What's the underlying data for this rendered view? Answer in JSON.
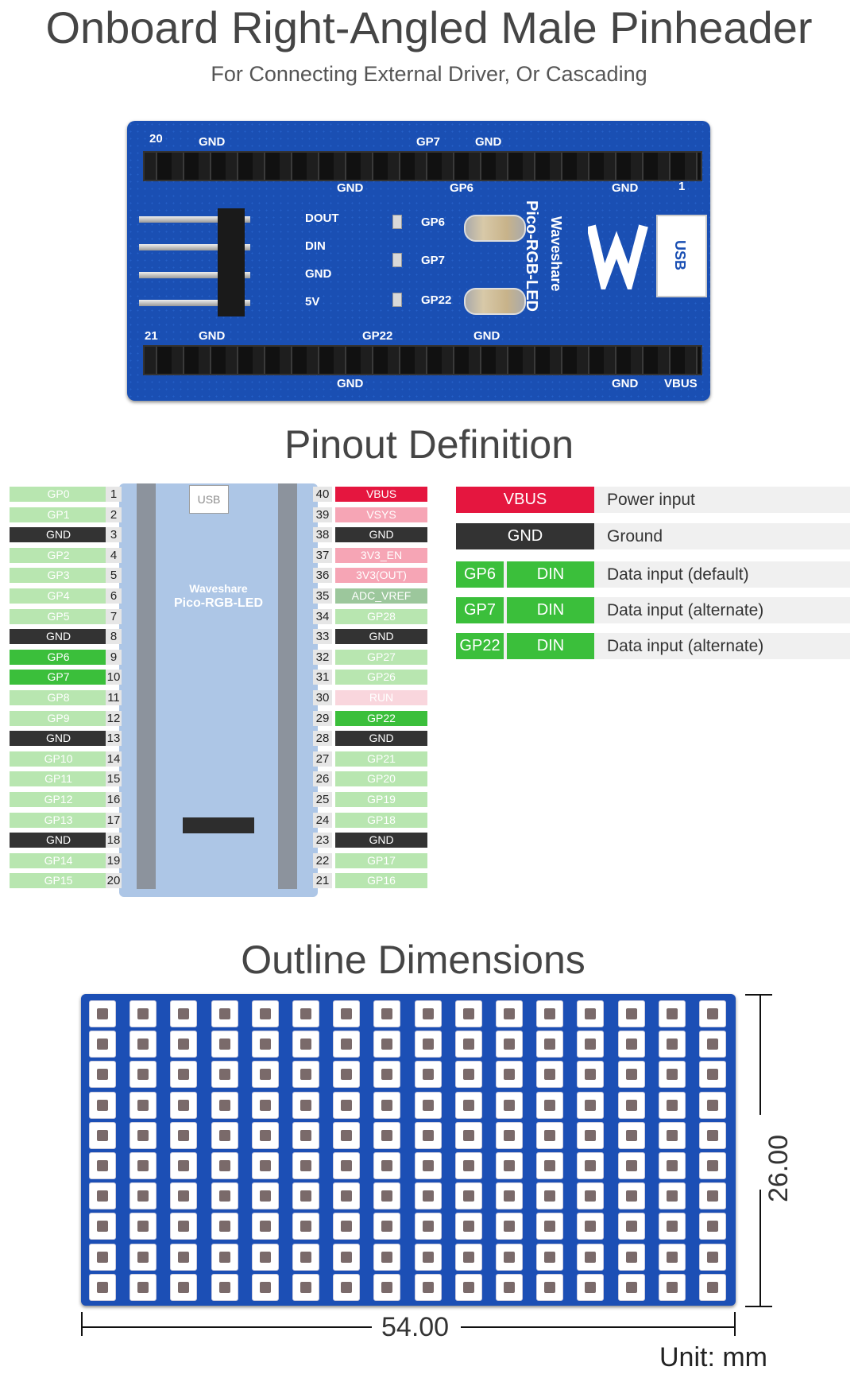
{
  "header": {
    "title": "Onboard Right-Angled Male Pinheader",
    "subtitle": "For Connecting External Driver, Or Cascading"
  },
  "board_top": {
    "silk_top": [
      "20",
      "GND",
      "GP7",
      "GND"
    ],
    "silk_top2": [
      "GND",
      "GP6",
      "GND",
      "1"
    ],
    "header_labels": [
      "DOUT",
      "DIN",
      "GND",
      "5V"
    ],
    "test_points": [
      "GP6",
      "GP7",
      "GP22"
    ],
    "brand": "Waveshare",
    "model": "Pico-RGB-LED",
    "usb": "USB",
    "silk_bottom": [
      "21",
      "GND",
      "GP22",
      "GND"
    ],
    "silk_bottom2": [
      "GND",
      "GND",
      "VBUS"
    ]
  },
  "pinout": {
    "title": "Pinout Definition",
    "left": [
      {
        "n": "1",
        "label": "GP0",
        "style": "pale"
      },
      {
        "n": "2",
        "label": "GP1",
        "style": "pale"
      },
      {
        "n": "3",
        "label": "GND",
        "style": "gnd"
      },
      {
        "n": "4",
        "label": "GP2",
        "style": "pale"
      },
      {
        "n": "5",
        "label": "GP3",
        "style": "pale"
      },
      {
        "n": "6",
        "label": "GP4",
        "style": "pale"
      },
      {
        "n": "7",
        "label": "GP5",
        "style": "pale"
      },
      {
        "n": "8",
        "label": "GND",
        "style": "gnd"
      },
      {
        "n": "9",
        "label": "GP6",
        "style": "green"
      },
      {
        "n": "10",
        "label": "GP7",
        "style": "green"
      },
      {
        "n": "11",
        "label": "GP8",
        "style": "pale"
      },
      {
        "n": "12",
        "label": "GP9",
        "style": "pale"
      },
      {
        "n": "13",
        "label": "GND",
        "style": "gnd"
      },
      {
        "n": "14",
        "label": "GP10",
        "style": "pale"
      },
      {
        "n": "15",
        "label": "GP11",
        "style": "pale"
      },
      {
        "n": "16",
        "label": "GP12",
        "style": "pale"
      },
      {
        "n": "17",
        "label": "GP13",
        "style": "pale"
      },
      {
        "n": "18",
        "label": "GND",
        "style": "gnd"
      },
      {
        "n": "19",
        "label": "GP14",
        "style": "pale"
      },
      {
        "n": "20",
        "label": "GP15",
        "style": "pale"
      }
    ],
    "right": [
      {
        "n": "40",
        "label": "VBUS",
        "style": "red"
      },
      {
        "n": "39",
        "label": "VSYS",
        "style": "pink"
      },
      {
        "n": "38",
        "label": "GND",
        "style": "gnd"
      },
      {
        "n": "37",
        "label": "3V3_EN",
        "style": "pink"
      },
      {
        "n": "36",
        "label": "3V3(OUT)",
        "style": "pink"
      },
      {
        "n": "35",
        "label": "ADC_VREF",
        "style": "adc"
      },
      {
        "n": "34",
        "label": "GP28",
        "style": "pale"
      },
      {
        "n": "33",
        "label": "GND",
        "style": "gnd"
      },
      {
        "n": "32",
        "label": "GP27",
        "style": "pale"
      },
      {
        "n": "31",
        "label": "GP26",
        "style": "pale"
      },
      {
        "n": "30",
        "label": "RUN",
        "style": "run"
      },
      {
        "n": "29",
        "label": "GP22",
        "style": "green"
      },
      {
        "n": "28",
        "label": "GND",
        "style": "gnd"
      },
      {
        "n": "27",
        "label": "GP21",
        "style": "pale"
      },
      {
        "n": "26",
        "label": "GP20",
        "style": "pale"
      },
      {
        "n": "25",
        "label": "GP19",
        "style": "pale"
      },
      {
        "n": "24",
        "label": "GP18",
        "style": "pale"
      },
      {
        "n": "23",
        "label": "GND",
        "style": "gnd"
      },
      {
        "n": "22",
        "label": "GP17",
        "style": "pale"
      },
      {
        "n": "21",
        "label": "GP16",
        "style": "pale"
      }
    ],
    "board_labels": {
      "usb": "USB",
      "brand": "Waveshare",
      "model": "Pico-RGB-LED"
    }
  },
  "legend": [
    {
      "tag1": "VBUS",
      "tag2": "",
      "desc": "Power input",
      "color": "#e5163f"
    },
    {
      "tag1": "GND",
      "tag2": "",
      "desc": "Ground",
      "color": "#333333"
    },
    {
      "tag1": "GP6",
      "tag2": "DIN",
      "desc": "Data input (default)",
      "color": "#3bbf3b"
    },
    {
      "tag1": "GP7",
      "tag2": "DIN",
      "desc": "Data input (alternate)",
      "color": "#3bbf3b"
    },
    {
      "tag1": "GP22",
      "tag2": "DIN",
      "desc": "Data input (alternate)",
      "color": "#3bbf3b"
    }
  ],
  "outline": {
    "title": "Outline Dimensions",
    "width": "54.00",
    "height": "26.00",
    "unit": "Unit: mm",
    "led_cols": 16,
    "led_rows": 10
  },
  "colors": {
    "board": "#1a4fb3",
    "gnd": "#333333",
    "green": "#3bbf3b",
    "red": "#e5163f"
  }
}
